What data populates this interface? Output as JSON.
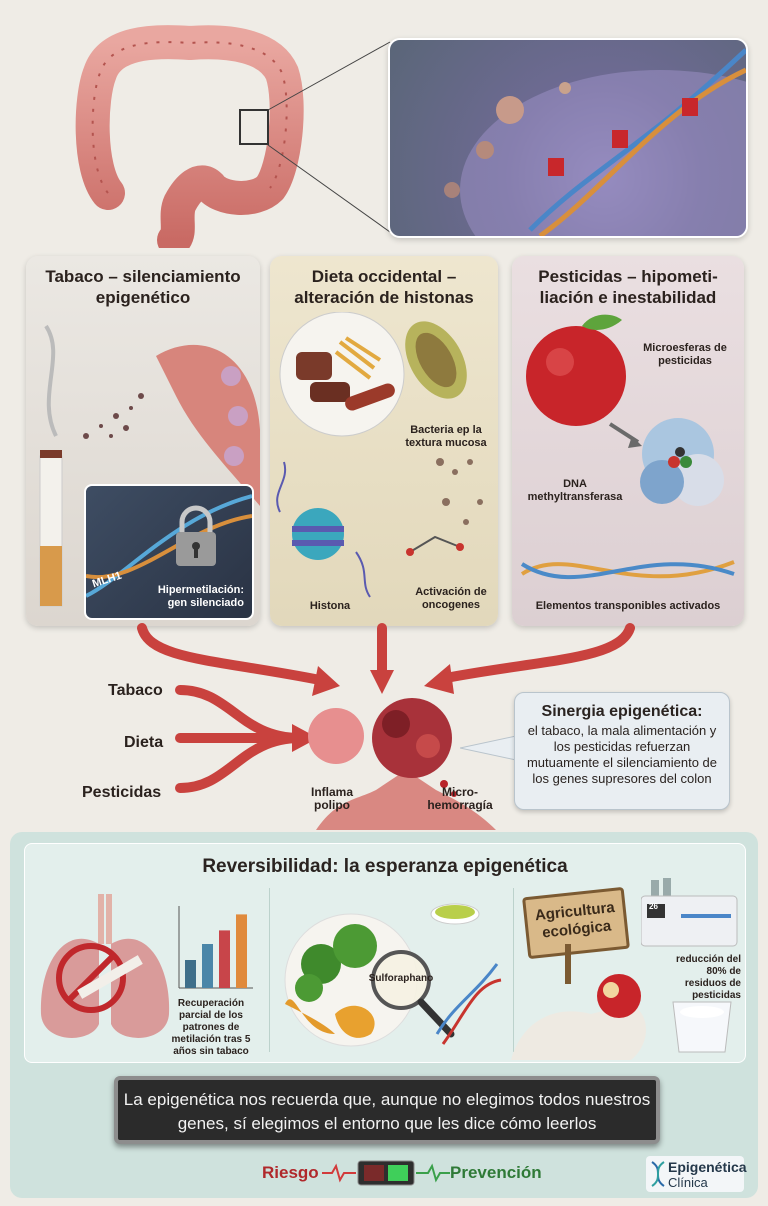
{
  "panels": {
    "tabaco": {
      "title": "Tabaco – silenciamiento epigenético",
      "gene_tag": "MLH1",
      "caption": "Hipermetilación: gen silenciado"
    },
    "dieta": {
      "title": "Dieta occidental – alteración de histonas",
      "bacteria_label": "Bacteria ep la textura mucosa",
      "histone_label": "Histona",
      "oncogene_label": "Activación de oncogenes"
    },
    "pesticidas": {
      "title": "Pesticidas – hipometi- liación e inestabilidad",
      "microspheres_label": "Microesferas de pesticidas",
      "dnmt_label": "DNA methyltransferasa",
      "transposon_label": "Elementos transponibles activados"
    }
  },
  "convergence": {
    "inputs": [
      "Tabaco",
      "Dieta",
      "Pesticidas"
    ],
    "polyp_label": "Inflama polipo",
    "hemorrhage_label": "Micro- hemorragía"
  },
  "synergy": {
    "title": "Sinergia epigenética:",
    "body": "el tabaco, la mala alimentación y los pesticidas refuerzan mutuamente el silenciamiento de los genes supresores del colon"
  },
  "reversibility": {
    "title": "Reversibilidad: la esperanza epigenética",
    "lungs_caption": "Recuperación parcial de los patrones de metilación tras 5 años sin tabaco",
    "recovery_chart": {
      "values": [
        0.35,
        0.55,
        0.72,
        0.92
      ]
    },
    "sulforaphane_label": "Sulforaphano",
    "sign_label": "Agricultura ecológica",
    "residue_caption": "reducción del 80% de residuos de pesticidas",
    "device_tag": "26"
  },
  "quote": "La epigenética nos recuerda que, aunque no elegimos todos nuestros genes, sí elegimos el entorno que les dice cómo leerlos",
  "switch": {
    "left": "Riesgo",
    "right": "Prevención"
  },
  "brand": {
    "line1": "Epigenética",
    "line2": "Clínica"
  },
  "colors": {
    "risk": "#b0282b",
    "prevention": "#2f7a37",
    "arrow": "#c9423e",
    "bottom_bg": "#cfe2dd"
  }
}
